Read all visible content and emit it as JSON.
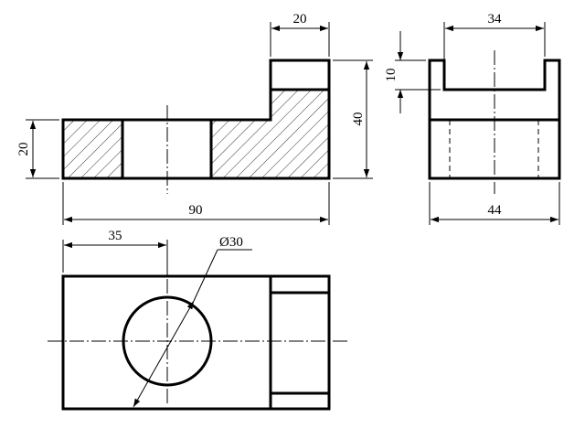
{
  "dimensions": {
    "front_top_width": "20",
    "front_left_height": "20",
    "front_total_height": "40",
    "front_total_length": "90",
    "side_slot_width": "34",
    "side_slot_depth": "10",
    "side_total_width": "44",
    "top_hole_offset": "35",
    "top_hole_diameter": "Ø30"
  }
}
